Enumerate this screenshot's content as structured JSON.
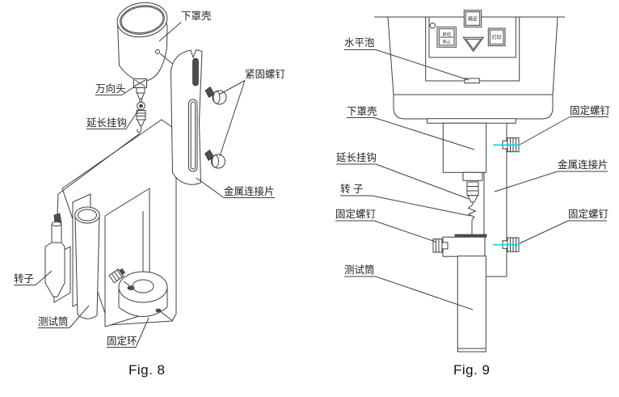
{
  "figure8": {
    "caption": "Fig. 8",
    "labels": {
      "lower_cover": "下罩壳",
      "universal_head": "万向头",
      "extension_hook": "延长挂钩",
      "fastening_screws": "紧固螺钉",
      "metal_connector": "金属连接片",
      "rotor": "转子",
      "test_cylinder": "测试筒",
      "fixing_ring": "固定环"
    }
  },
  "figure9": {
    "caption": "Fig. 9",
    "labels": {
      "level_bubble": "水平泡",
      "lower_cover": "下罩壳",
      "extension_hook": "延长挂钩",
      "rotor": "转 子",
      "fixing_screw_left": "固定螺钉",
      "test_cylinder": "测试筒",
      "fixing_screw_top_right": "固定螺钉",
      "metal_connector": "金属连接片",
      "fixing_screw_bottom_right": "固定螺钉"
    },
    "panel": {
      "confirm_button": "确定",
      "start_label": "启动",
      "stop_label": "停止",
      "print_button": "打印"
    }
  },
  "colors": {
    "line": "#3f3f3f",
    "text": "#1f1f1f",
    "highlight": "#00dcdc"
  }
}
